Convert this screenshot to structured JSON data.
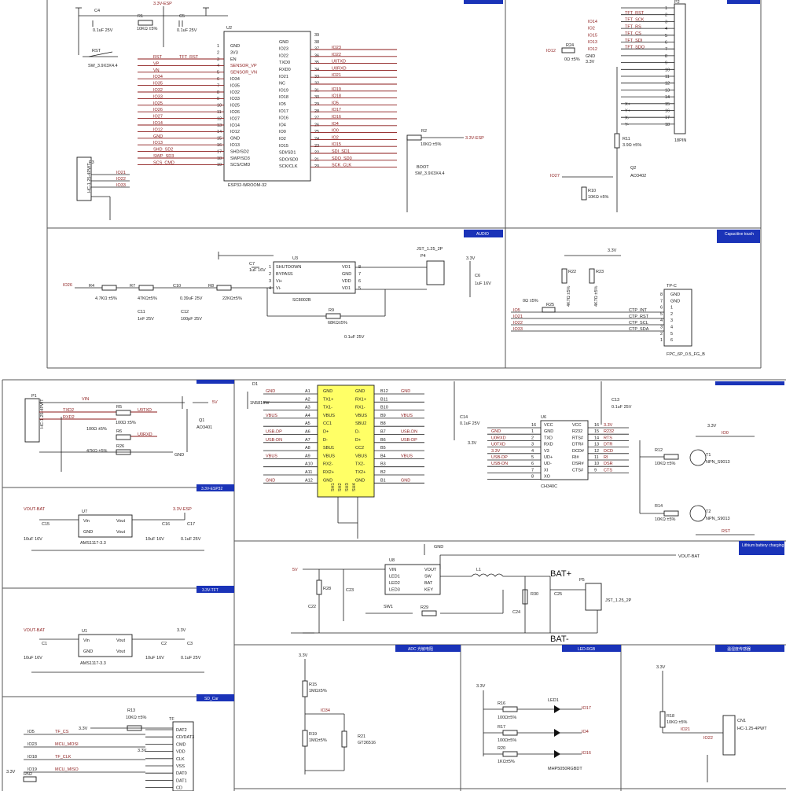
{
  "sections": {
    "audio": "AUDIO",
    "capacitive_touch": "Capacitive touch",
    "esp32_33v": "3.3V-ESP32",
    "tft_33v": "3.3V-TFT",
    "sd_card": "SD_Car",
    "lithium_charging": "Lithium battery charging",
    "adc": "ADC 光敏电阻",
    "led_rgb": "LED-RGB",
    "sensor": "温湿度传感器"
  },
  "esp32": {
    "ref": "U2",
    "part": "ESP32-WROOM-32",
    "left_pins": [
      {
        "n": "1",
        "name": "GND"
      },
      {
        "n": "2",
        "name": "3V3"
      },
      {
        "n": "3",
        "name": "EN"
      },
      {
        "n": "4",
        "name": "SENSOR_VP"
      },
      {
        "n": "5",
        "name": "SENSOR_VN"
      },
      {
        "n": "6",
        "name": "IO34"
      },
      {
        "n": "7",
        "name": "IO35"
      },
      {
        "n": "8",
        "name": "IO32"
      },
      {
        "n": "9",
        "name": "IO33"
      },
      {
        "n": "10",
        "name": "IO25"
      },
      {
        "n": "11",
        "name": "IO26"
      },
      {
        "n": "12",
        "name": "IO27"
      },
      {
        "n": "13",
        "name": "IO14"
      },
      {
        "n": "14",
        "name": "IO12"
      },
      {
        "n": "15",
        "name": "GND"
      },
      {
        "n": "16",
        "name": "IO13"
      },
      {
        "n": "17",
        "name": "SHD/SD2"
      },
      {
        "n": "18",
        "name": "SWP/SD3"
      },
      {
        "n": "19",
        "name": "SCS/CMD"
      }
    ],
    "right_pins": [
      {
        "n": "39",
        "name": ""
      },
      {
        "n": "38",
        "name": "GND"
      },
      {
        "n": "37",
        "name": "IO23"
      },
      {
        "n": "36",
        "name": "IO22"
      },
      {
        "n": "35",
        "name": "TXD0"
      },
      {
        "n": "34",
        "name": "RXD0"
      },
      {
        "n": "33",
        "name": "IO21"
      },
      {
        "n": "32",
        "name": "NC"
      },
      {
        "n": "31",
        "name": "IO19"
      },
      {
        "n": "30",
        "name": "IO18"
      },
      {
        "n": "29",
        "name": "IO5"
      },
      {
        "n": "28",
        "name": "IO17"
      },
      {
        "n": "27",
        "name": "IO16"
      },
      {
        "n": "26",
        "name": "IO4"
      },
      {
        "n": "25",
        "name": "IO0"
      },
      {
        "n": "24",
        "name": "IO2"
      },
      {
        "n": "23",
        "name": "IO15"
      },
      {
        "n": "22",
        "name": "SDI/SD1"
      },
      {
        "n": "21",
        "name": "SDO/SD0"
      },
      {
        "n": "20",
        "name": "SCK/CLK"
      }
    ],
    "left_nets": [
      "RST",
      "VP",
      "VN",
      "IO34",
      "IO35",
      "IO32",
      "IO33",
      "IO25",
      "IO26",
      "IO27",
      "IO14",
      "IO12",
      "GND",
      "IO13",
      "SHD_SD2",
      "SWP_SD3",
      "SCS_CMD"
    ],
    "right_nets": [
      "IO23",
      "IO22",
      "U0TXD",
      "U0RXD",
      "IO21",
      "",
      "IO19",
      "IO18",
      "IO5",
      "IO17",
      "IO16",
      "IO4",
      "IO0",
      "IO2",
      "IO15",
      "SDI_SD1",
      "SDO_SD0",
      "SCK_CLK"
    ]
  },
  "top_left": {
    "vcc": "3.3V-ESP",
    "c4": "C4",
    "c4_val": "0.1uF 25V",
    "r1": "R1",
    "r1_val": "10KΩ ±5%",
    "c5": "C5",
    "c5_val": "0.1uF 25V",
    "rst": "RST",
    "rst_part": "SW_3.9X3X4.4",
    "tft_rst": "TFT_RST",
    "p3": "P3",
    "p3_part": "HC-1.25-4PWT",
    "p3_nets": [
      "IO21",
      "IO22",
      "IO33"
    ],
    "r2": "R2",
    "r2_val": "10KΩ ±5%",
    "r2_vcc": "3.3V-ESP",
    "boot": "BOOT",
    "boot_part": "SW_3.9X3X4.4"
  },
  "tft": {
    "ref": "P2",
    "part": "18PIN",
    "nets": [
      "TFT_RST",
      "TFT_SCK",
      "TFT_RS",
      "TFT_CS",
      "TFT_SDI",
      "TFT_SDO"
    ],
    "left_nets": [
      "IO14",
      "IO2",
      "IO15",
      "IO13",
      "IO12"
    ],
    "r24": "R24",
    "r24_val": "0Ω ±5%",
    "r24_net": "IO12",
    "gnd": "GND",
    "v33": "3.3V",
    "xy": [
      "X+",
      "Y+",
      "X-",
      "Y-"
    ],
    "pins": [
      "1",
      "2",
      "3",
      "4",
      "5",
      "6",
      "7",
      "8",
      "9",
      "10",
      "11",
      "12",
      "13",
      "14",
      "15",
      "16",
      "17",
      "18"
    ],
    "r11": "R11",
    "r11_val": "3.9Ω ±5%",
    "q2": "Q2",
    "q2_part": "AO3402",
    "r10": "R10",
    "r10_val": "10KΩ ±5%",
    "io27": "IO27"
  },
  "audio": {
    "u3": "U3",
    "u3_part": "SC8002B",
    "u3_left": [
      "SHUTDOWN",
      "BYPASS",
      "Vi+",
      "Vi-"
    ],
    "u3_right": [
      "VO1",
      "GND",
      "VDD",
      "VO1"
    ],
    "u3_lpins": [
      "1",
      "2",
      "3",
      "4"
    ],
    "u3_rpins": [
      "8",
      "7",
      "6",
      "5"
    ],
    "c7": "C7",
    "c7_val": "1uF 16V",
    "p4": "P4",
    "p4_part": "JST_1.25_2P",
    "gnd": "GND",
    "v33": "3.3V",
    "c6": "C6",
    "c6_val": "1uF 16V",
    "io26": "IO26",
    "r4": "R4",
    "r4_val": "4.7KΩ ±5%",
    "r7": "R7",
    "r7_val": "47KΩ±5%",
    "c10": "C10",
    "c10_val": "0.39uF 25V",
    "r8": "R8",
    "r8_val": "22KΩ±5%",
    "c11": "C11",
    "c11_val": "1nF 25V",
    "c12": "C12",
    "c12_val": "100pF 25V",
    "r9": "R9",
    "r9_val": "68KΩ±5%",
    "c_fb_val": "0.1uF 25V"
  },
  "touch": {
    "v33": "3.3V",
    "r22": "R22",
    "r22_val": "4K7Ω ±5%",
    "r23": "R23",
    "r23_val": "4K7Ω ±5%",
    "r25": "R25",
    "r25_val": "0Ω ±5%",
    "nets": [
      "IO5",
      "IO21",
      "IO22",
      "IO33"
    ],
    "signals": [
      "CTP_INT",
      "CTP_RST",
      "CTP_SCL",
      "CTP_SDA"
    ],
    "conn": "TP-C",
    "conn_part": "FPC_6P_0.5_FG_B",
    "pins": [
      "GND",
      "GND",
      "1",
      "2",
      "3",
      "4",
      "5",
      "6"
    ],
    "pin_nums": [
      "8",
      "7",
      "6",
      "5",
      "4",
      "3",
      "2",
      "1"
    ]
  },
  "power_in": {
    "p1": "P1",
    "p1_part": "HC-1.25-4PWT",
    "vin": "VIN",
    "nets_l": [
      "TXD2",
      "RXD2"
    ],
    "r5": "R5",
    "r5_val": "100Ω ±5%",
    "r6": "R6",
    "r6_val": "100Ω ±5%",
    "r26": "R26",
    "r26_val": "47KΩ ±5%",
    "nets_r": [
      "U0TXD",
      "U0RXD"
    ],
    "gnd": "GND",
    "q1": "Q1",
    "q1_part": "AO3401",
    "v5": "5V"
  },
  "ldo1": {
    "vin_net": "VOUT-BAT",
    "vout_net": "3.3V-ESP",
    "u": "U7",
    "part": "AMS1117-3.3",
    "pins_l": [
      "Vin",
      "GND"
    ],
    "pins_r": [
      "Vout",
      "Vout"
    ],
    "c15": "C15",
    "c15_val": "10uF 16V",
    "c16": "C16",
    "c16_val": "10uF 16V",
    "c17": "C17",
    "c17_val": "0.1uF 25V"
  },
  "ldo2": {
    "vin_net": "VOUT-BAT",
    "vout_net": "3.3V",
    "u": "U1",
    "part": "AMS1117-3.3",
    "pins_l": [
      "Vin",
      "GND"
    ],
    "pins_r": [
      "Vout",
      "Vout"
    ],
    "c1": "C1",
    "c1_val": "10uF 16V",
    "c2": "C2",
    "c2_val": "10uF 16V",
    "c3": "C3",
    "c3_val": "0.1uF 25V"
  },
  "sd": {
    "ref": "TF",
    "r13": "R13",
    "r13_val": "10KΩ ±5%",
    "v33": "3.3V",
    "pins": [
      "DAT2",
      "CD/DAT3",
      "CMD",
      "VDD",
      "CLK",
      "VSS",
      "DAT0",
      "DAT1",
      "CD"
    ],
    "nets": [
      "TF_CS",
      "MCU_MOSI",
      "TF_CLK",
      "MCU_MISO"
    ],
    "ionets": [
      "IO5",
      "IO23",
      "IO18",
      "IO19"
    ],
    "rn": "RN2",
    "v33b": "3.3V"
  },
  "usbc": {
    "d1": "D1",
    "d1_part": "1N5819W",
    "left_pins": [
      "A1",
      "A2",
      "A3",
      "A4",
      "A5",
      "A6",
      "A7",
      "A8",
      "A9",
      "A10",
      "A11",
      "A12"
    ],
    "left_names": [
      "GND",
      "TX1+",
      "TX1-",
      "VBUS",
      "CC1",
      "D+",
      "D-",
      "SBU1",
      "VBUS",
      "RX2-",
      "RX2+",
      "GND"
    ],
    "right_pins": [
      "B12",
      "B11",
      "B10",
      "B9",
      "B8",
      "B7",
      "B6",
      "B5",
      "B4",
      "B3",
      "B2",
      "B1"
    ],
    "right_names": [
      "GND",
      "RX1+",
      "RX1-",
      "VBUS",
      "SBU2",
      "D-",
      "D+",
      "CC2",
      "VBUS",
      "TX2-",
      "TX2+",
      "GND"
    ],
    "left_nets": [
      "GND",
      "",
      "",
      "VBUS",
      "",
      "USB-DP",
      "USB-DN",
      "",
      "VBUS",
      "",
      "",
      "GND"
    ],
    "right_nets": [
      "GND",
      "",
      "",
      "VBUS",
      "",
      "USB-DN",
      "USB-DP",
      "",
      "VBUS",
      "",
      "",
      "GND"
    ],
    "shell": [
      "SH1",
      "SH2",
      "SH3",
      "SH4"
    ]
  },
  "ch340": {
    "ref": "U6",
    "part": "CH340C",
    "left_pins": [
      "16",
      "1",
      "2",
      "3",
      "4",
      "5",
      "6",
      "7",
      "8"
    ],
    "left_names": [
      "VCC",
      "GND",
      "TXD",
      "RXD",
      "V3",
      "UD+",
      "UD-",
      "XI",
      "XO"
    ],
    "right_pins": [
      "16",
      "15",
      "14",
      "13",
      "12",
      "11",
      "10",
      "9"
    ],
    "right_names": [
      "VCC",
      "R232",
      "RTS#",
      "DTR#",
      "DCD#",
      "RI#",
      "DSR#",
      "CTS#"
    ],
    "left_nets": [
      "",
      "GND",
      "U0RXD",
      "U0TXD",
      "3.3V",
      "USB-DP",
      "USB-DN",
      "",
      ""
    ],
    "right_nets": [
      "3.3V",
      "R232",
      "RTS",
      "DTR",
      "DCD",
      "RI",
      "DSR",
      "CTS"
    ],
    "c14": "C14",
    "c14_val": "0.1uF 25V",
    "c13": "C13",
    "c13_val": "0.1uF 25V",
    "v33": "3.3V",
    "r12": "R12",
    "r12_val": "10KΩ ±5%",
    "r14": "R14",
    "r14_val": "10KΩ ±5%",
    "t1": "T1",
    "t1_part": "NPN_S9013",
    "t2": "T2",
    "t2_part": "NPN_S9013",
    "io0": "IO0",
    "rst": "RST"
  },
  "charger": {
    "u": "U8",
    "left": [
      "VIN",
      "LED1",
      "LED2",
      "LED3"
    ],
    "right": [
      "VOUT",
      "SW",
      "BAT",
      "KEY"
    ],
    "v5": "5V",
    "gnd": "GND",
    "vout_bat": "VOUT-BAT",
    "l1": "L1",
    "bat_plus": "BAT+",
    "bat_minus": "BAT-",
    "r28": "R28",
    "c22": "C22",
    "c23": "C23",
    "sw": "SW1",
    "r29": "R29",
    "c24": "C24",
    "r30": "R30",
    "c25": "C25",
    "p5": "P5",
    "p5_part": "JST_1.25_2P"
  },
  "adc": {
    "v33": "3.3V",
    "r15": "R15",
    "r15_val": "1MΩ±5%",
    "r19": "R19",
    "r19_val": "1MΩ±5%",
    "r21": "R21",
    "r21_val": "GT36516",
    "io34": "IO34"
  },
  "led": {
    "v33": "3.3V",
    "r16": "R16",
    "r16_val": "100Ω±5%",
    "r17": "R17",
    "r17_val": "100Ω±5%",
    "r20": "R20",
    "r20_val": "1KΩ±5%",
    "led": "LED1",
    "part": "MHP5050RGBDT",
    "nets": [
      "IO17",
      "IO4",
      "IO16"
    ]
  },
  "sensor": {
    "v33": "3.3V",
    "r18": "R18",
    "r18_val": "10KΩ ±5%",
    "net": "IO21",
    "net2": "IO22",
    "cn": "CN1",
    "cn_part": "HC-1.25-4PWT"
  }
}
